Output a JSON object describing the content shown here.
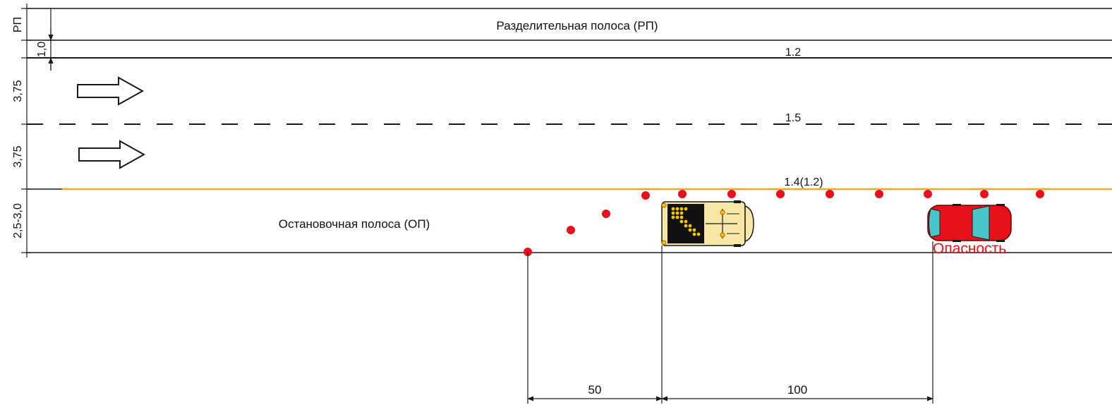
{
  "colors": {
    "line": "#1a1a1a",
    "edge_marking": "#f5a623",
    "cone": "#e8101a",
    "danger_text": "#e8101a",
    "service_vehicle": "#f6e7a6",
    "hazard_car": "#e8101a",
    "hazard_car_glass": "#46c6c8"
  },
  "labels": {
    "median_strip": "Разделительная полоса (РП)",
    "shoulder_lane": "Остановочная полоса (ОП)",
    "danger": "Опасность"
  },
  "markings": {
    "solid_top": "1.2",
    "dashed_center": "1.5",
    "edge_line": "1.4(1.2)"
  },
  "vertical_dimensions": {
    "median": "РП",
    "gap": "1,0",
    "lane_1": "3,75",
    "lane_2": "3,75",
    "shoulder": "2,5-3,0"
  },
  "horizontal_dimensions": {
    "taper": "50",
    "buffer": "100"
  },
  "icons": {
    "direction_arrow": "right-arrow-outline-icon",
    "cone": "traffic-cone-dot-icon",
    "service_vehicle": "arrow-board-truck-icon",
    "hazard_car": "stopped-car-icon"
  }
}
